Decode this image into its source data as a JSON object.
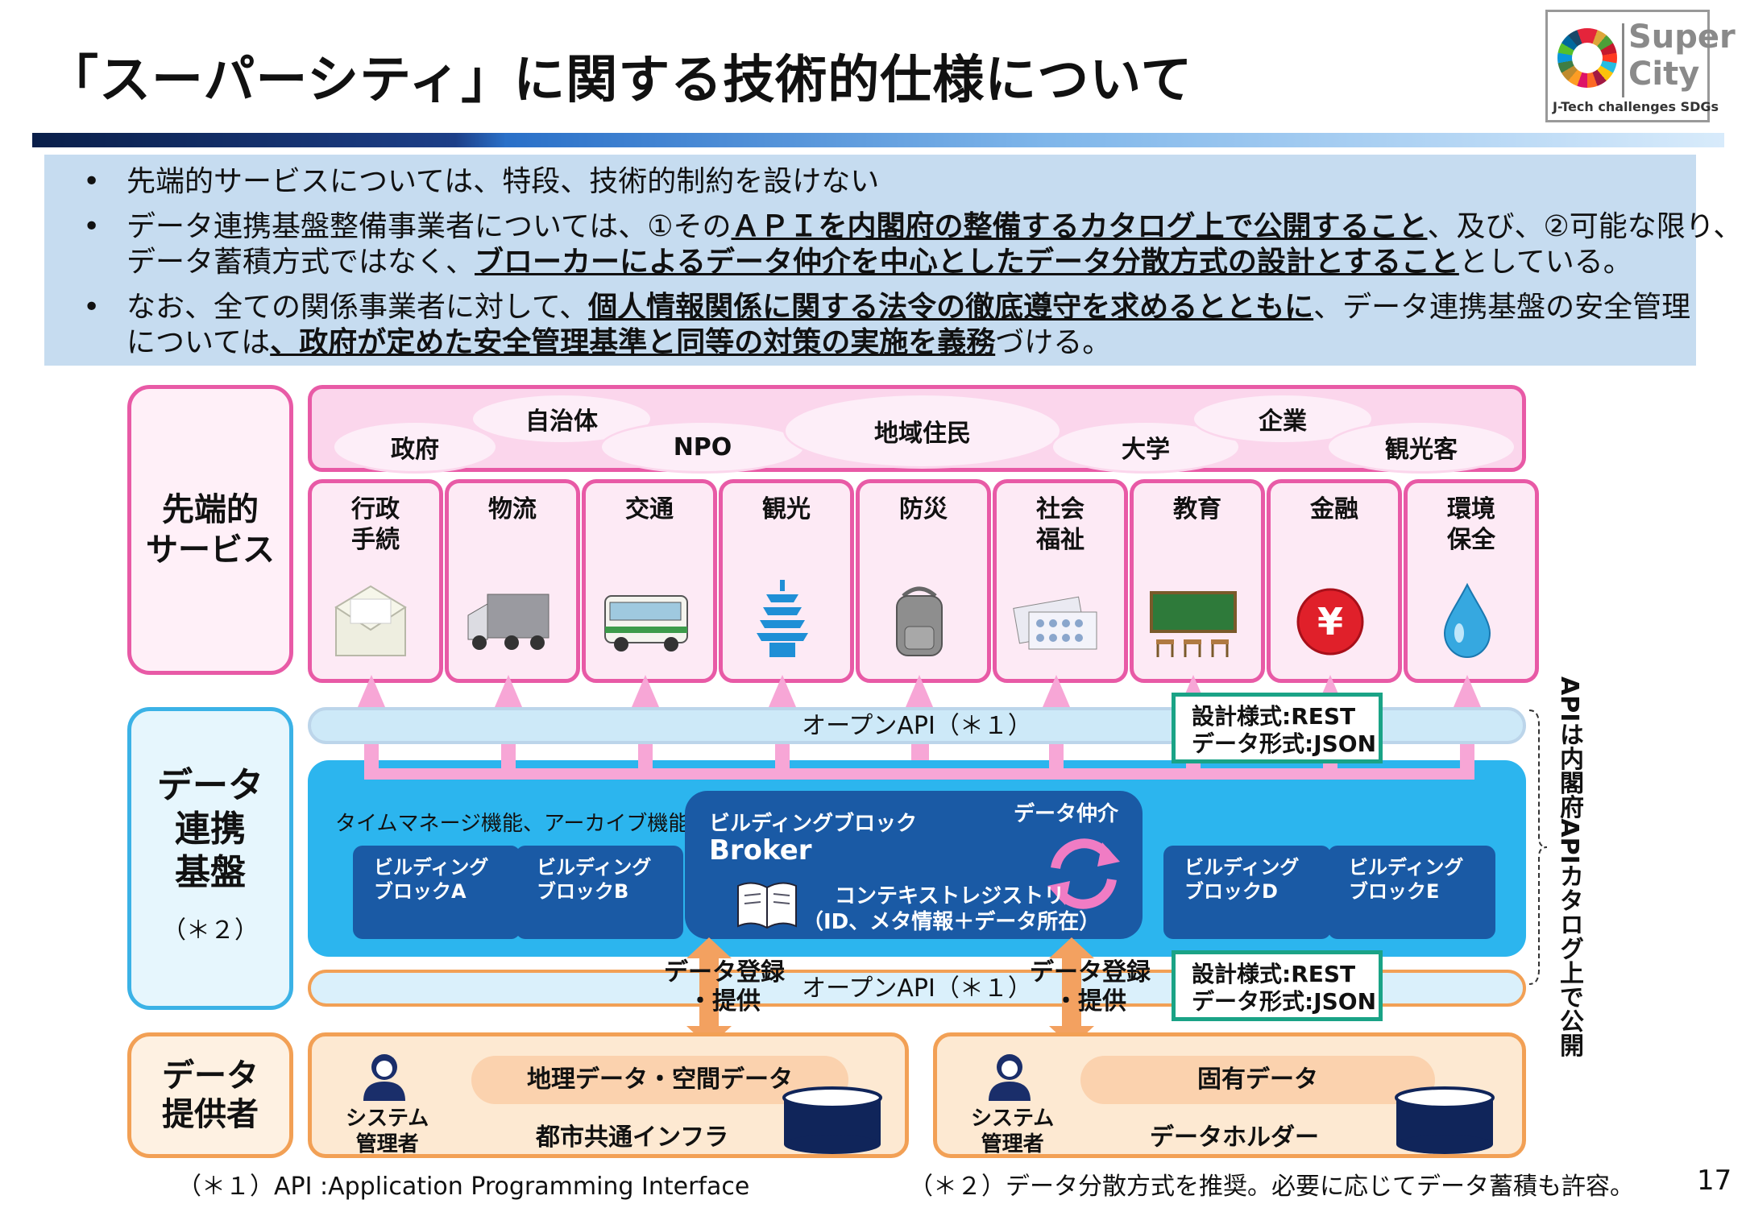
{
  "title": "「スーパーシティ」に関する技術的仕様について",
  "logo": {
    "name": "Super City",
    "line1": "Super",
    "line2": "City",
    "subtitle": "J-Tech challenges SDGs"
  },
  "bullets": [
    {
      "segments": [
        {
          "t": "先端的サービスについては、特段、技術的制約を設けない",
          "u": false
        }
      ]
    },
    {
      "segments": [
        {
          "t": "データ連携基盤整備事業者については、①その",
          "u": false
        },
        {
          "t": "ＡＰＩを内閣府の整備するカタログ上で公開すること",
          "u": true
        },
        {
          "t": "、及び、②可能な限り、",
          "u": false
        }
      ],
      "segments2": [
        {
          "t": "データ蓄積方式ではなく、",
          "u": false
        },
        {
          "t": "ブローカーによるデータ仲介を中心としたデータ分散方式の設計とすること",
          "u": true
        },
        {
          "t": "としている。",
          "u": false
        }
      ]
    },
    {
      "segments": [
        {
          "t": "なお、全ての関係事業者に対して、",
          "u": false
        },
        {
          "t": "個人情報関係に関する法令の徹底遵守を求めるとともに",
          "u": true
        },
        {
          "t": "、データ連携基盤の安全管理",
          "u": false
        }
      ],
      "segments2": [
        {
          "t": "については",
          "u": false
        },
        {
          "t": "、政府が定めた安全管理基準と同等の対策の実施を義務",
          "u": true
        },
        {
          "t": "づける。",
          "u": false
        }
      ]
    }
  ],
  "layers": {
    "services": "先端的\nサービス",
    "platform": "データ\n連携\n基盤",
    "platform_note": "（＊２）",
    "providers": "データ\n提供者"
  },
  "actors": [
    "政府",
    "自治体",
    "NPO",
    "地域住民",
    "大学",
    "企業",
    "観光客"
  ],
  "services": [
    {
      "name": "行政\n手続",
      "icon": "envelope-icon"
    },
    {
      "name": "物流",
      "icon": "truck-icon"
    },
    {
      "name": "交通",
      "icon": "bus-icon"
    },
    {
      "name": "観光",
      "icon": "pagoda-icon"
    },
    {
      "name": "防災",
      "icon": "backpack-icon"
    },
    {
      "name": "社会\n福祉",
      "icon": "medicine-icon"
    },
    {
      "name": "教育",
      "icon": "blackboard-icon"
    },
    {
      "name": "金融",
      "icon": "yen-icon"
    },
    {
      "name": "環境\n保全",
      "icon": "water-drop-icon"
    }
  ],
  "open_api_label": "オープンAPI（＊１）",
  "rest_spec": {
    "line1": "設計様式:REST",
    "line2": "データ形式:JSON"
  },
  "platform": {
    "note": "タイムマネージ機能、アーカイブ機能等",
    "blocks": [
      "ビルディング\nブロックA",
      "ビルディング\nブロックB",
      "ビルディング\nブロックD",
      "ビルディング\nブロックE"
    ],
    "broker_title1": "ビルディングブロック",
    "broker_title2": "Broker",
    "broker_mediation": "データ仲介",
    "registry1": "コンテキストレジストリ",
    "registry2": "（ID、メタ情報＋データ所在）"
  },
  "data_flow_label": "データ登録\n・提供",
  "providers": [
    {
      "admin": "システム\n管理者",
      "data": "地理データ・空間データ",
      "holder": "都市共通インフラ"
    },
    {
      "admin": "システム\n管理者",
      "data": "固有データ",
      "holder": "データホルダー"
    }
  ],
  "side_note": "APIは内閣府APIカタログ上で公開",
  "footnote1": "（＊１）API :Application Programming Interface",
  "footnote2": "（＊２）データ分散方式を推奨。必要に応じてデータ蓄積も許容。",
  "page_number": "17",
  "colors": {
    "pink": "#e85aa6",
    "blue": "#2cb5ee",
    "navy": "#1a5aa5",
    "orange": "#f2a055",
    "teal": "#1aa386"
  }
}
